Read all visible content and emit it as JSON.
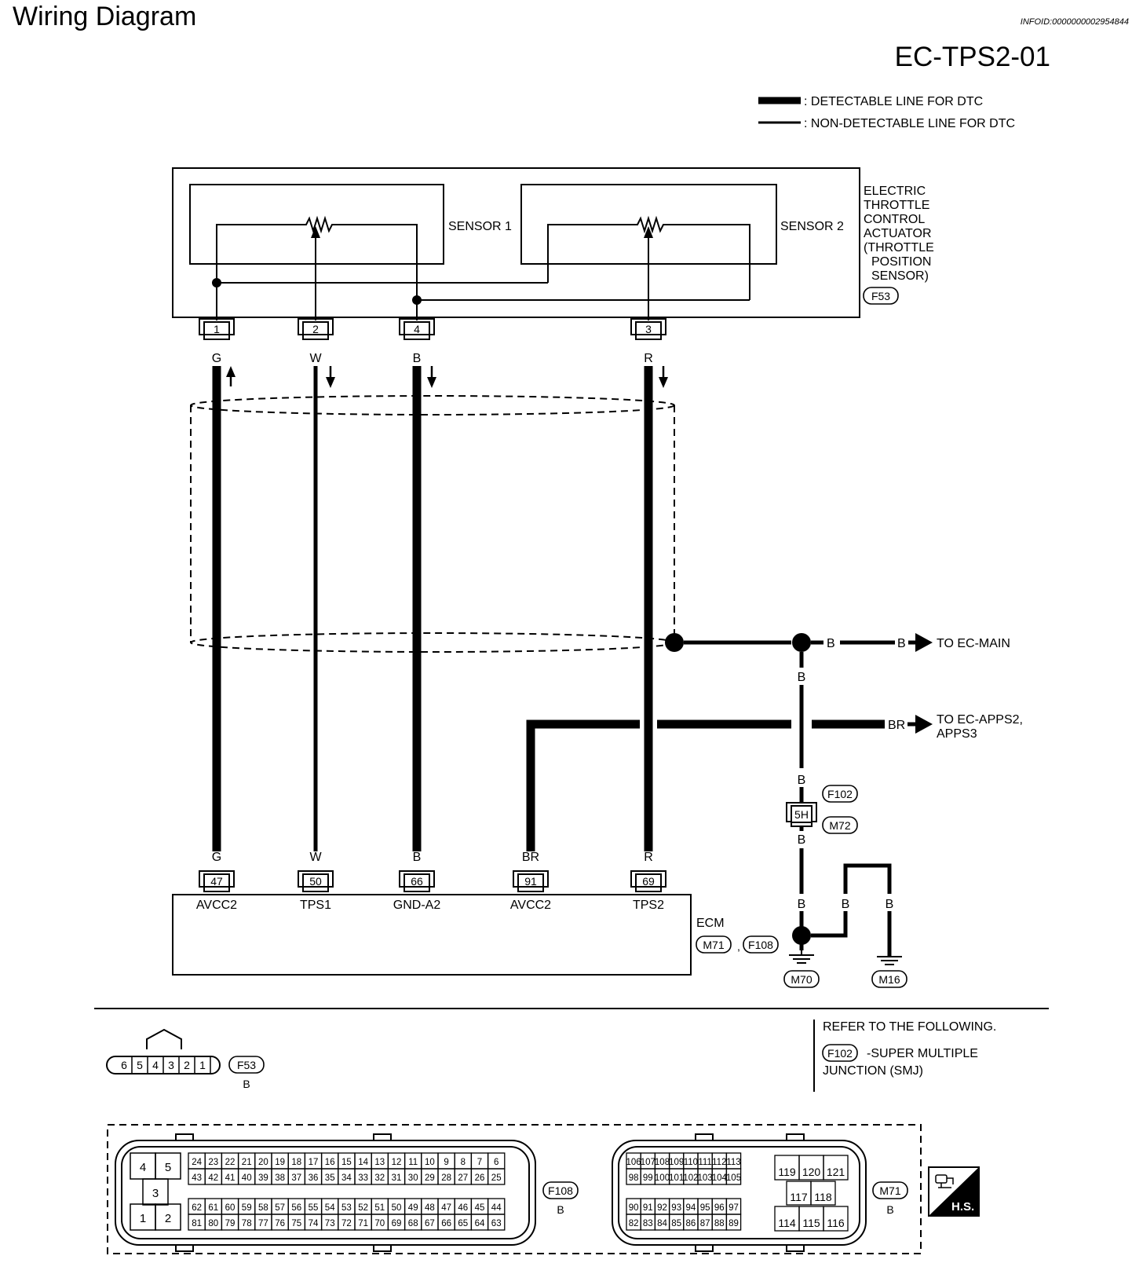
{
  "header": {
    "title": "Wiring Diagram",
    "info_id": "INFOID:0000000002954844",
    "diagram_code": "EC-TPS2-01"
  },
  "legend": {
    "detectable": ": DETECTABLE LINE FOR DTC",
    "non_detectable": ": NON-DETECTABLE LINE FOR DTC"
  },
  "actuator": {
    "name_lines": [
      "ELECTRIC",
      "THROTTLE",
      "CONTROL",
      "ACTUATOR",
      "(THROTTLE",
      "POSITION",
      "SENSOR)"
    ],
    "connector": "F53",
    "sensor1": "SENSOR 1",
    "sensor2": "SENSOR 2"
  },
  "wires": [
    {
      "top_pin": "1",
      "color": "G",
      "ecm_pin": "47",
      "ecm_label": "AVCC2"
    },
    {
      "top_pin": "2",
      "color": "W",
      "ecm_pin": "50",
      "ecm_label": "TPS1"
    },
    {
      "top_pin": "4",
      "color": "B",
      "ecm_pin": "66",
      "ecm_label": "GND-A2"
    },
    {
      "top_pin": "",
      "color": "BR",
      "ecm_pin": "91",
      "ecm_label": "AVCC2"
    },
    {
      "top_pin": "3",
      "color": "R",
      "ecm_pin": "69",
      "ecm_label": "TPS2"
    }
  ],
  "ecm": {
    "label": "ECM",
    "connectors": [
      "M71",
      "F108"
    ],
    "separator": ","
  },
  "ground": {
    "wire_color": "B",
    "to_main": "TO EC-MAIN",
    "to_apps_lines": [
      "TO EC-APPS2,",
      "APPS3"
    ],
    "br_color": "BR",
    "junction": "5H",
    "junction_connectors": [
      "F102",
      "M72"
    ],
    "grounds": [
      "M70",
      "M16"
    ]
  },
  "refer": {
    "title": "REFER TO THE FOLLOWING.",
    "connector": "F102",
    "text_lines": [
      "-SUPER MULTIPLE",
      "JUNCTION (SMJ)"
    ]
  },
  "connector_f53": {
    "pins": [
      "6",
      "5",
      "4",
      "3",
      "2",
      "1"
    ],
    "name": "F53",
    "color": "B"
  },
  "connector_f108": {
    "name": "F108",
    "color": "B",
    "big_pins": [
      "4",
      "5",
      "3",
      "1",
      "2"
    ],
    "row1": [
      "24",
      "23",
      "22",
      "21",
      "20",
      "19",
      "18",
      "17",
      "16",
      "15",
      "14",
      "13",
      "12",
      "11",
      "10",
      "9",
      "8",
      "7",
      "6"
    ],
    "row2": [
      "43",
      "42",
      "41",
      "40",
      "39",
      "38",
      "37",
      "36",
      "35",
      "34",
      "33",
      "32",
      "31",
      "30",
      "29",
      "28",
      "27",
      "26",
      "25"
    ],
    "row3": [
      "62",
      "61",
      "60",
      "59",
      "58",
      "57",
      "56",
      "55",
      "54",
      "53",
      "52",
      "51",
      "50",
      "49",
      "48",
      "47",
      "46",
      "45",
      "44"
    ],
    "row4": [
      "81",
      "80",
      "79",
      "78",
      "77",
      "76",
      "75",
      "74",
      "73",
      "72",
      "71",
      "70",
      "69",
      "68",
      "67",
      "66",
      "65",
      "64",
      "63"
    ]
  },
  "connector_m71": {
    "name": "M71",
    "color": "B",
    "row1": [
      "106",
      "107",
      "108",
      "109",
      "110",
      "111",
      "112",
      "113"
    ],
    "row2": [
      "98",
      "99",
      "100",
      "101",
      "102",
      "103",
      "104",
      "105"
    ],
    "row3": [
      "90",
      "91",
      "92",
      "93",
      "94",
      "95",
      "96",
      "97"
    ],
    "row4": [
      "82",
      "83",
      "84",
      "85",
      "86",
      "87",
      "88",
      "89"
    ],
    "big_row1": [
      "119",
      "120",
      "121"
    ],
    "big_row2": [
      "117",
      "118"
    ],
    "big_row3": [
      "114",
      "115",
      "116"
    ]
  },
  "badge": "H.S."
}
